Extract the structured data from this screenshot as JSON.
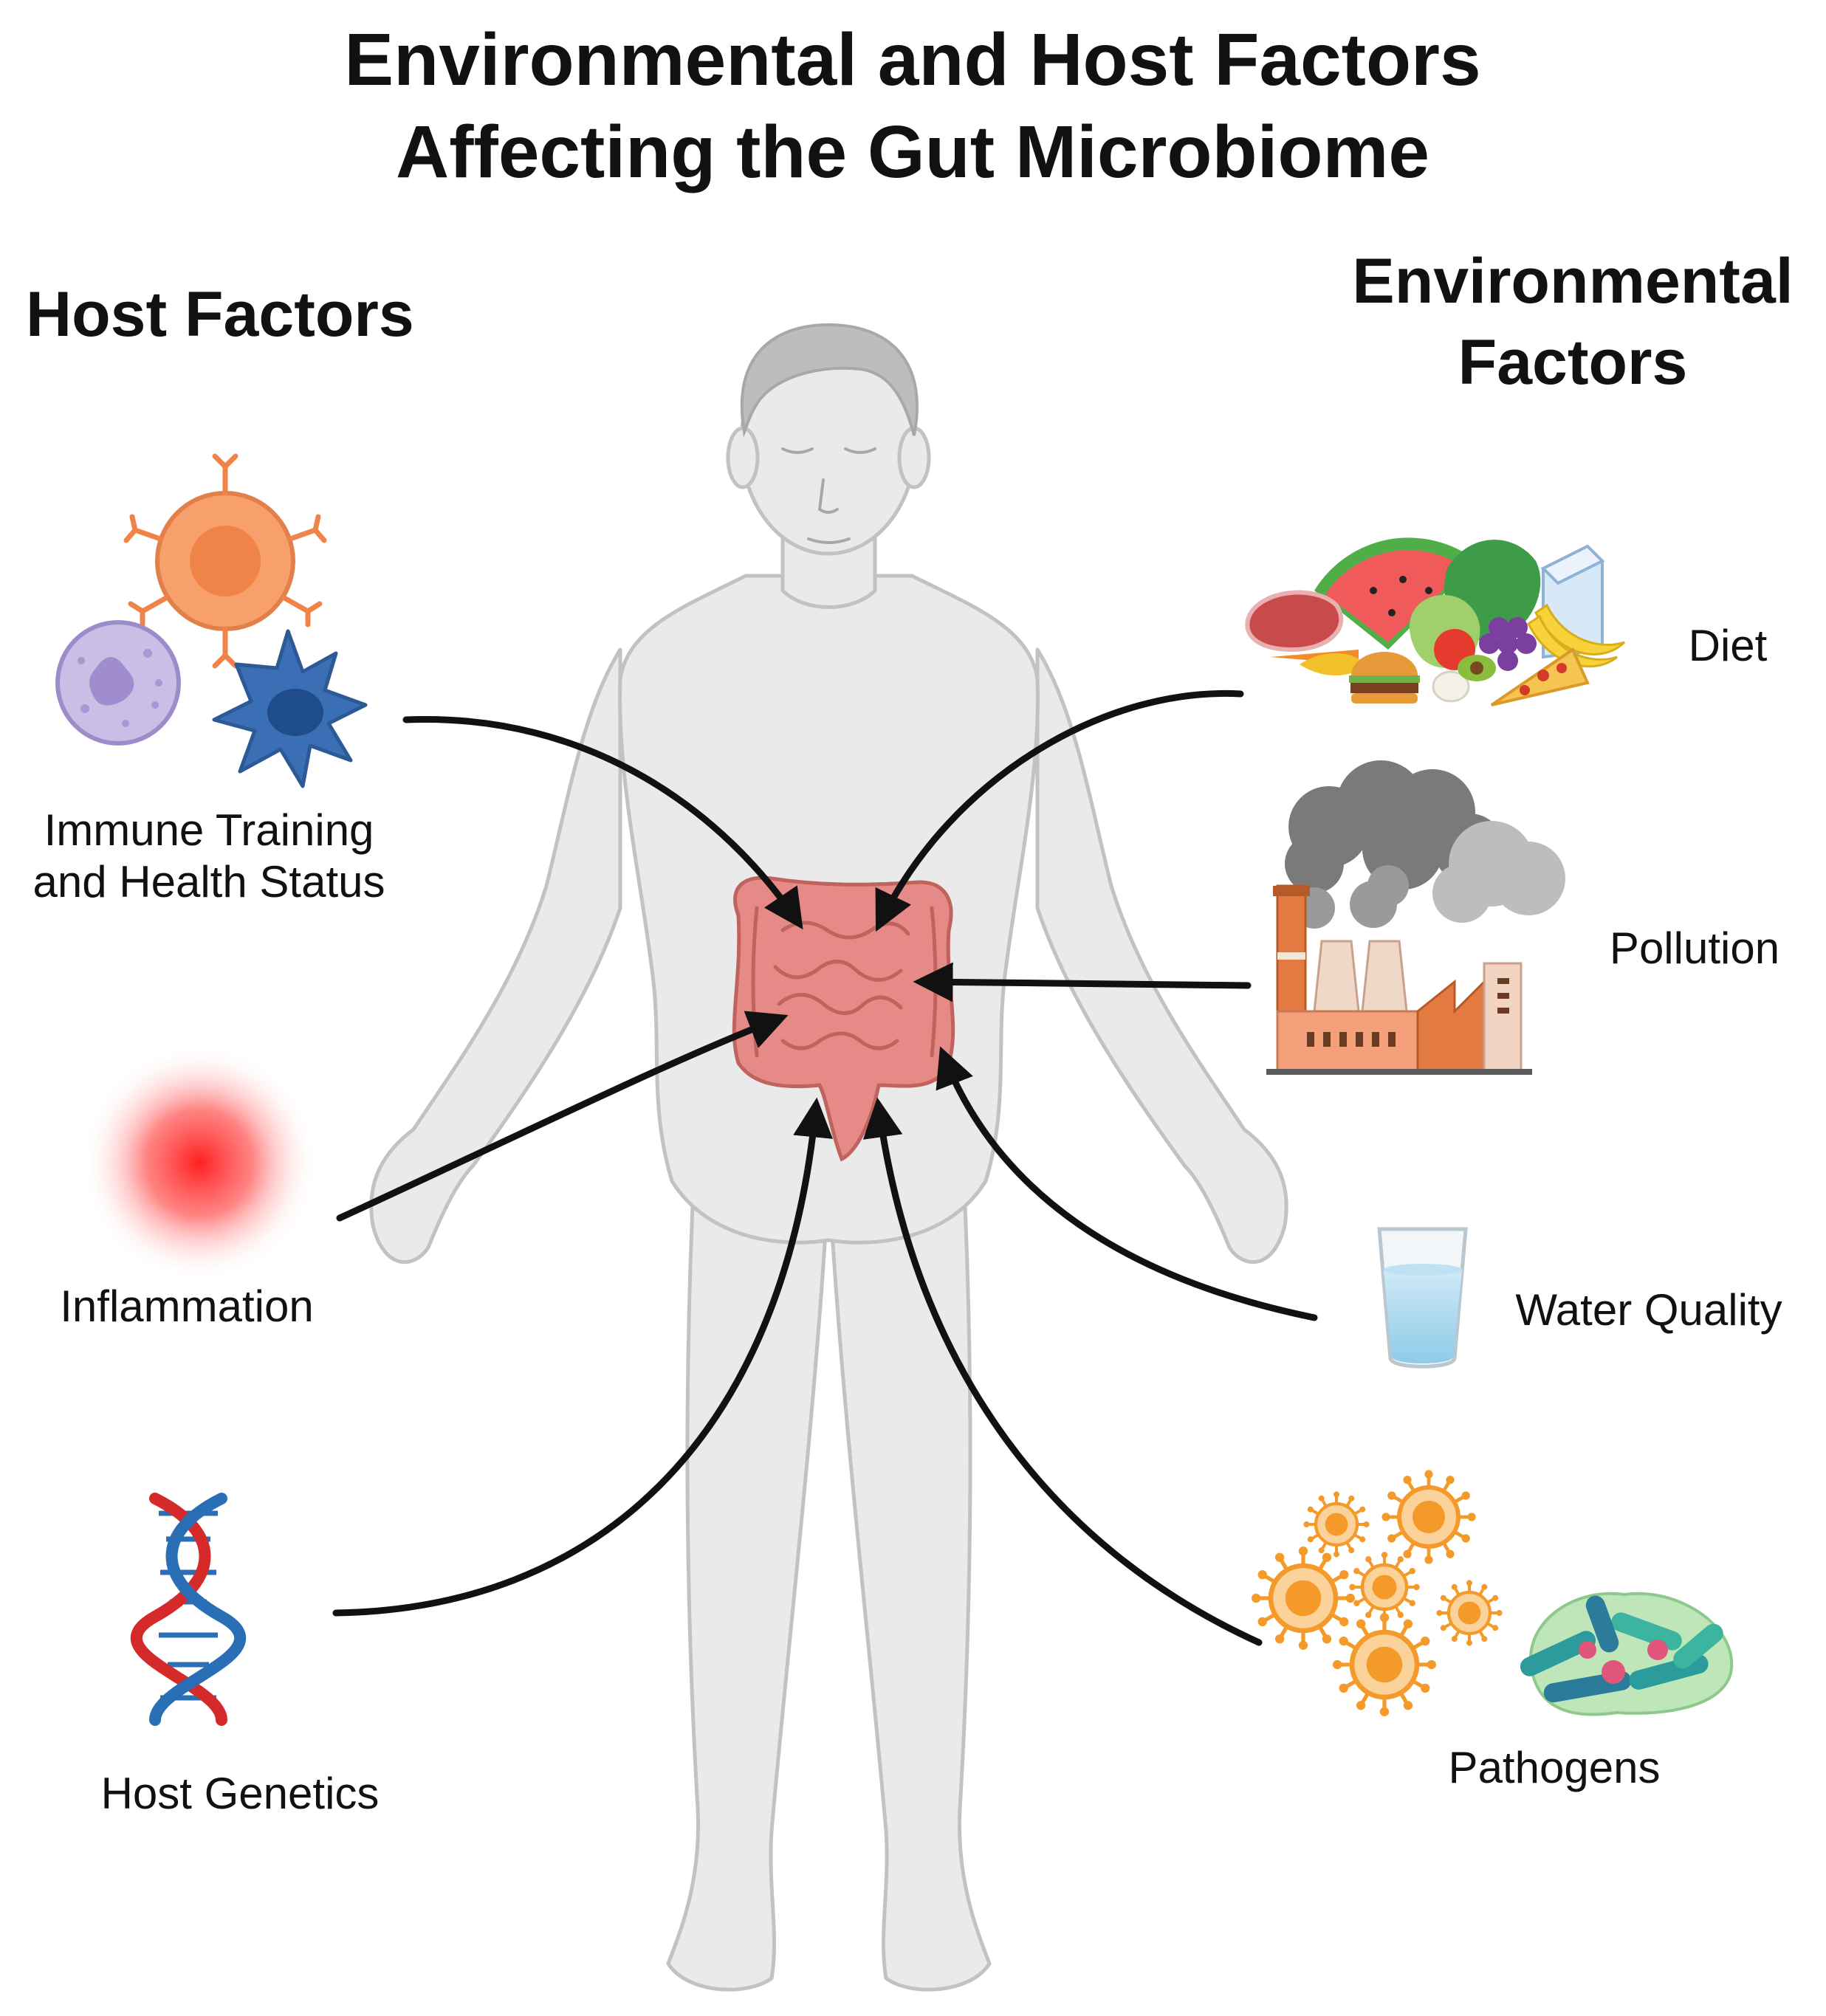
{
  "title": {
    "line1": "Environmental and Host Factors",
    "line2": "Affecting the Gut Microbiome"
  },
  "host_factors": {
    "heading": "Host Factors",
    "items": [
      {
        "label_line1": "Immune Training",
        "label_line2": "and Health Status",
        "icon": "immune-cells-icon"
      },
      {
        "label_line1": "Inflammation",
        "icon": "inflammation-glow-icon"
      },
      {
        "label_line1": "Host Genetics",
        "icon": "dna-helix-icon"
      }
    ]
  },
  "environmental_factors": {
    "heading_line1": "Environmental",
    "heading_line2": "Factors",
    "items": [
      {
        "label": "Diet",
        "icon": "food-icon"
      },
      {
        "label": "Pollution",
        "icon": "factory-smoke-icon"
      },
      {
        "label": "Water Quality",
        "icon": "water-glass-icon"
      },
      {
        "label": "Pathogens",
        "icon": "virus-bacteria-icon"
      }
    ]
  },
  "colors": {
    "arrow": "#111111",
    "body_fill": "#eaeaea",
    "body_outline": "#c4c4c4",
    "gut": "#e58a86",
    "immune_orange": "#f7a06b",
    "immune_blue": "#3b6fb5",
    "immune_purple": "#b7a8d9",
    "inflammation_red": "#ff2a2a",
    "dna_red": "#d42a2a",
    "dna_blue": "#2a6fb5",
    "pathogen_orange": "#f39a2a",
    "bacteria_teal": "#2b9b9b"
  }
}
